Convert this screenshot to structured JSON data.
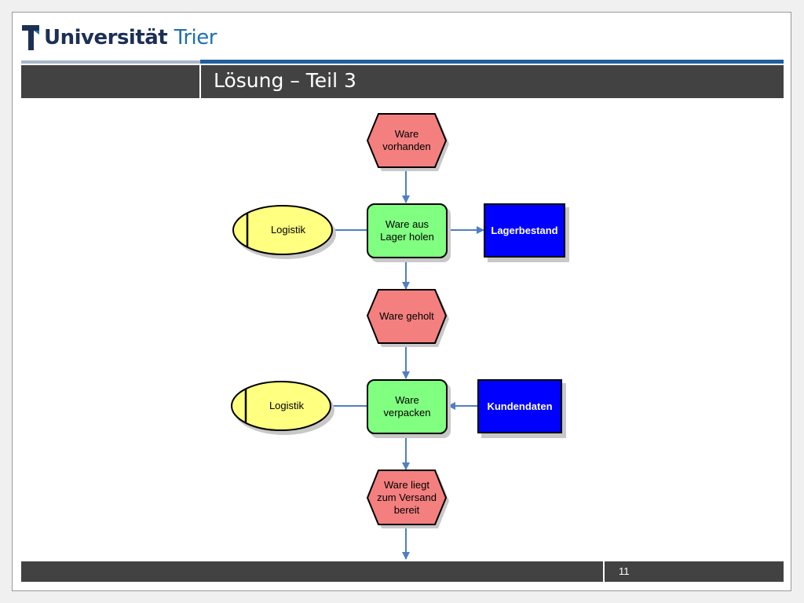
{
  "header": {
    "logo_main": "Universität",
    "logo_sub": "Trier",
    "title": "Lösung – Teil 3"
  },
  "footer": {
    "page_number": "11"
  },
  "colors": {
    "event": "#f47f7f",
    "function": "#80ff80",
    "org_unit": "#ffff80",
    "info_object": "#0000ff",
    "arrow": "#4f7fbf"
  },
  "diagram": {
    "events": [
      {
        "id": "e1",
        "label": "Ware\nvorhanden"
      },
      {
        "id": "e2",
        "label": "Ware geholt"
      },
      {
        "id": "e3",
        "label": "Ware liegt\nzum Versand\nbereit"
      }
    ],
    "functions": [
      {
        "id": "f1",
        "label": "Ware aus\nLager holen"
      },
      {
        "id": "f2",
        "label": "Ware\nverpacken"
      }
    ],
    "org_units": [
      {
        "id": "o1",
        "label": "Logistik"
      },
      {
        "id": "o2",
        "label": "Logistik"
      }
    ],
    "info_objects": [
      {
        "id": "i1",
        "label": "Lagerbestand"
      },
      {
        "id": "i2",
        "label": "Kundendaten"
      }
    ]
  }
}
